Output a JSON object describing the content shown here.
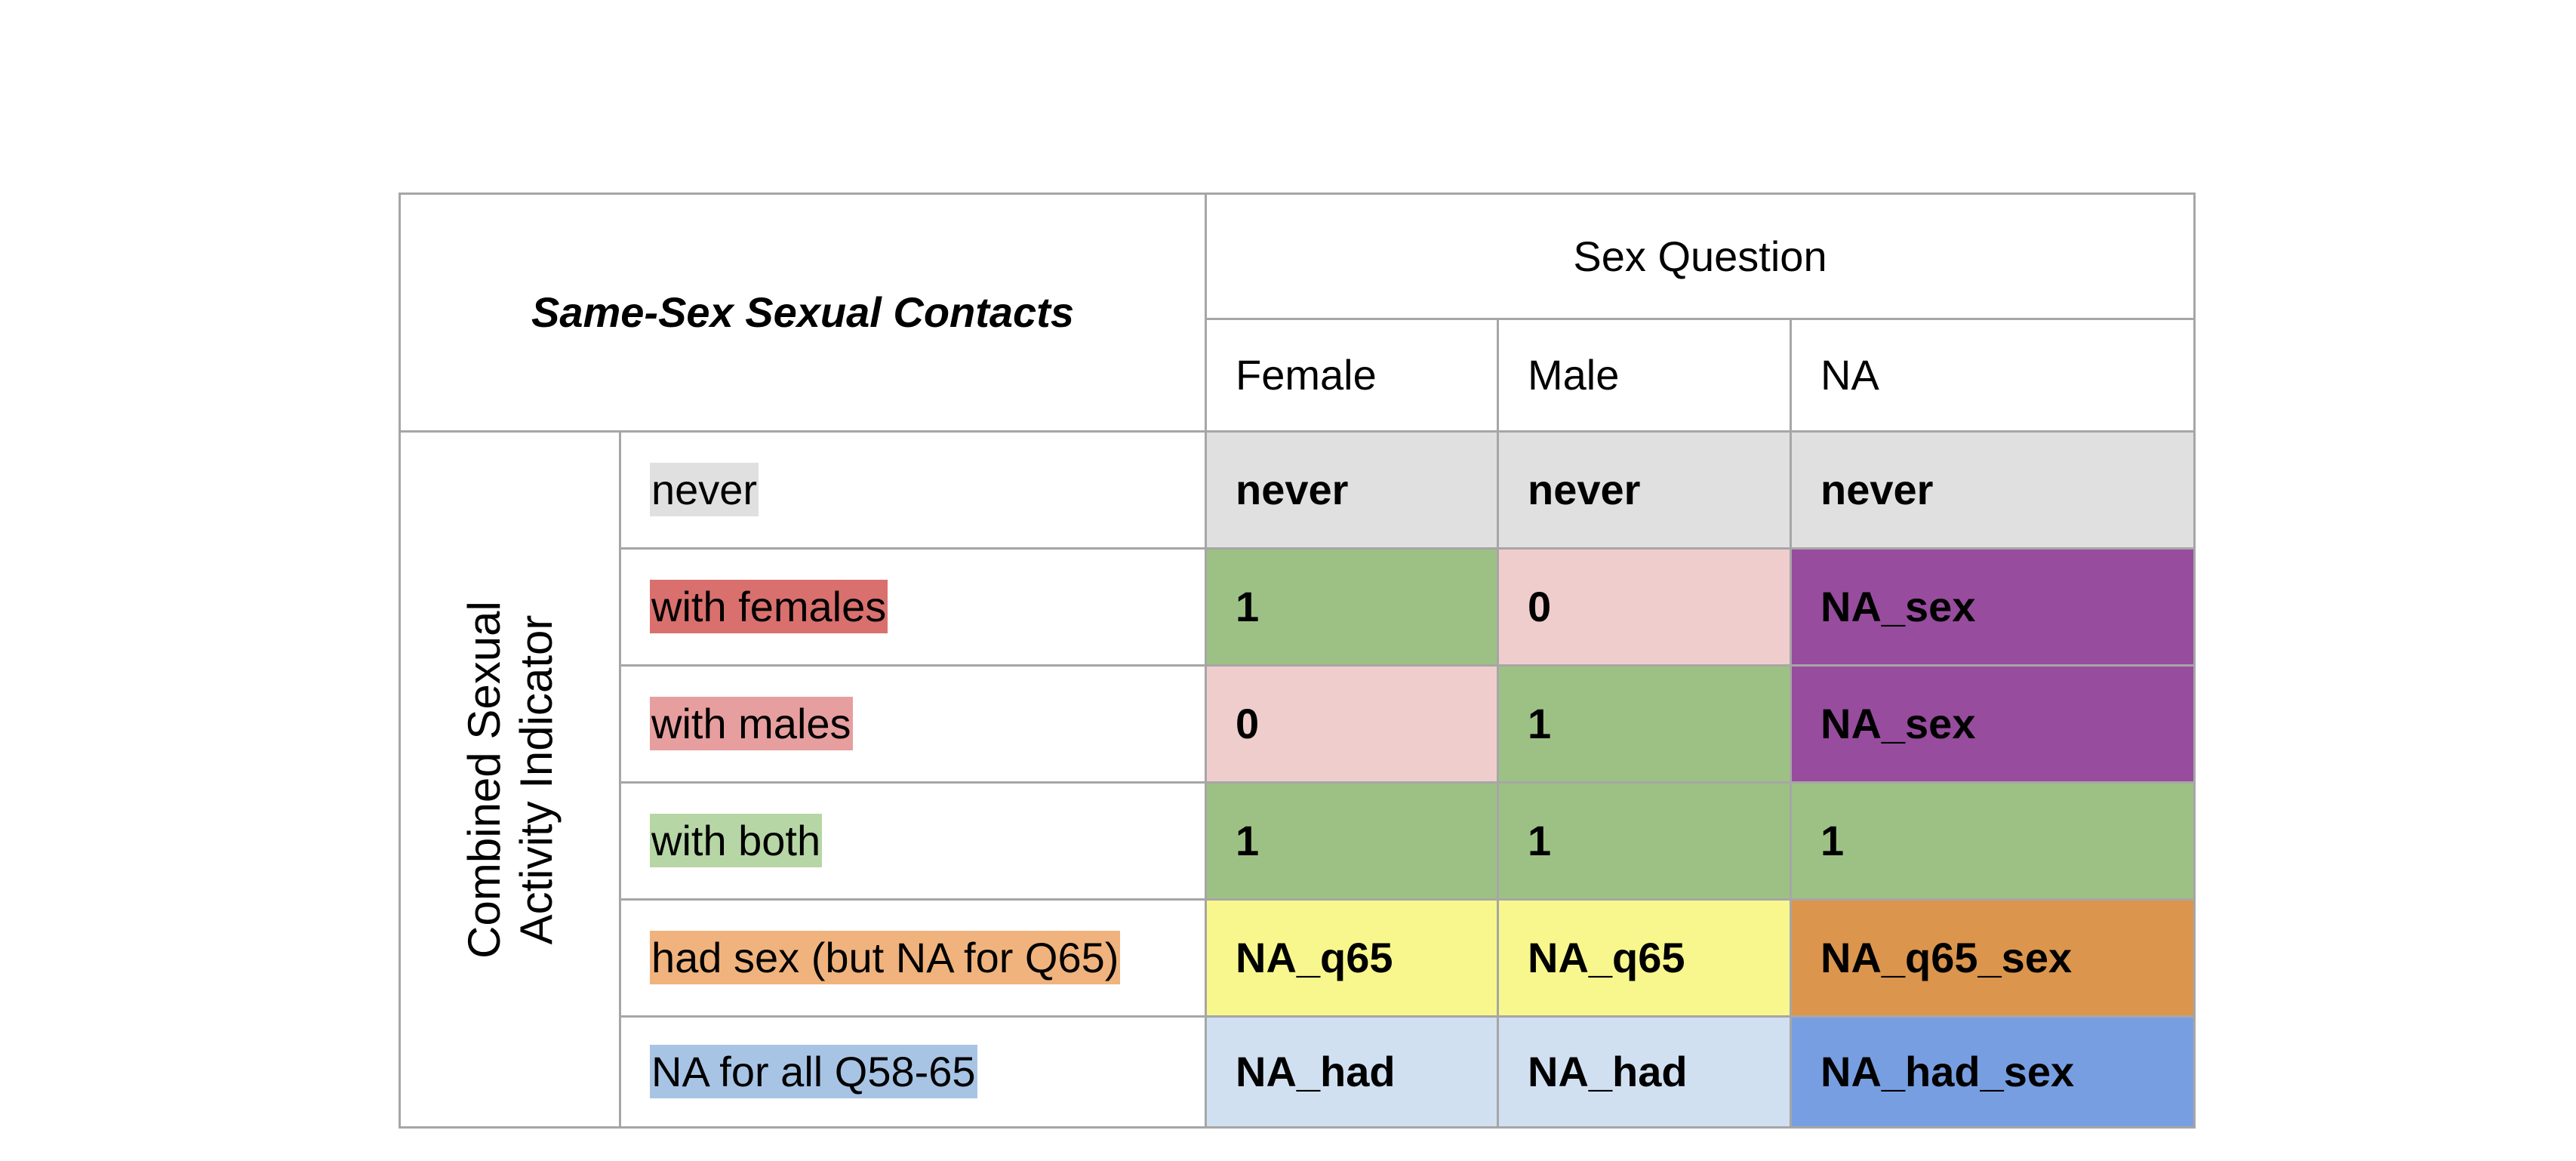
{
  "table": {
    "title": "Same-Sex Sexual Contacts",
    "column_group": "Sex Question",
    "row_group_line1": "Combined Sexual",
    "row_group_line2": "Activity Indicator",
    "columns": [
      "Female",
      "Male",
      "NA"
    ],
    "rows": [
      {
        "label": "never",
        "label_highlight": "#e0e0e0",
        "cells": [
          {
            "value": "never",
            "bg": "#e0e0e0"
          },
          {
            "value": "never",
            "bg": "#e0e0e0"
          },
          {
            "value": "never",
            "bg": "#e0e0e0"
          }
        ]
      },
      {
        "label": "with females",
        "label_highlight": "#d9706e",
        "cells": [
          {
            "value": "1",
            "bg": "#9dc184"
          },
          {
            "value": "0",
            "bg": "#f0cdcd"
          },
          {
            "value": "NA_sex",
            "bg": "#974c9e"
          }
        ]
      },
      {
        "label": "with males",
        "label_highlight": "#e79e9e",
        "cells": [
          {
            "value": "0",
            "bg": "#f0cdcd"
          },
          {
            "value": "1",
            "bg": "#9dc184"
          },
          {
            "value": "NA_sex",
            "bg": "#974c9e"
          }
        ]
      },
      {
        "label": "with both",
        "label_highlight": "#b6d6a5",
        "cells": [
          {
            "value": "1",
            "bg": "#9dc184"
          },
          {
            "value": "1",
            "bg": "#9dc184"
          },
          {
            "value": "1",
            "bg": "#9dc184"
          }
        ]
      },
      {
        "label": "had sex (but NA for Q65)",
        "label_highlight": "#f0b37d",
        "cells": [
          {
            "value": "NA_q65",
            "bg": "#f8f78d"
          },
          {
            "value": "NA_q65",
            "bg": "#f8f78d"
          },
          {
            "value": "NA_q65_sex",
            "bg": "#db954d"
          }
        ]
      },
      {
        "label": "NA for all Q58-65",
        "label_highlight": "#a7c4e5",
        "cells": [
          {
            "value": "NA_had",
            "bg": "#d1e0f1"
          },
          {
            "value": "NA_had",
            "bg": "#d1e0f1"
          },
          {
            "value": "NA_had_sex",
            "bg": "#789ee2"
          }
        ]
      }
    ]
  }
}
